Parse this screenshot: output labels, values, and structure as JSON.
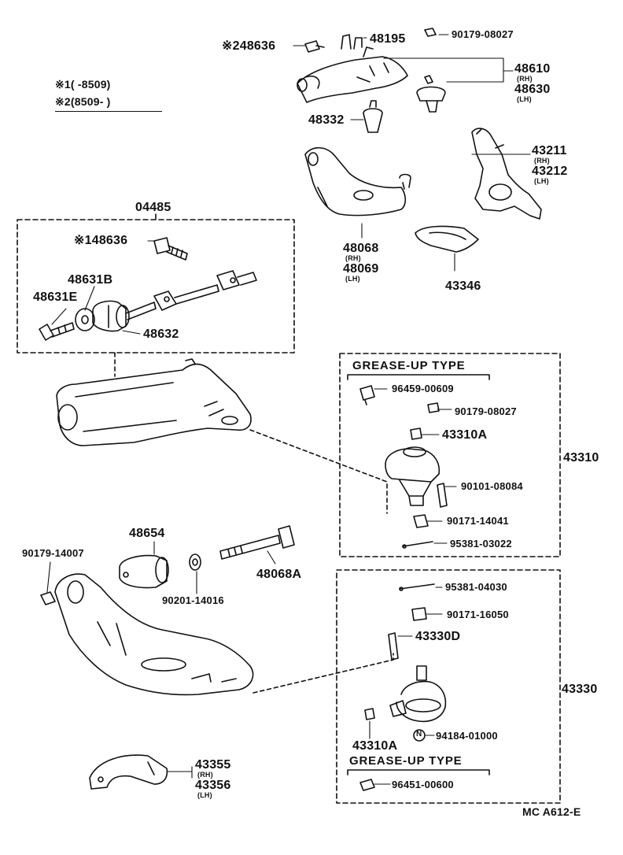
{
  "diagram_code": "MC  A612-E",
  "legend": {
    "line1_mark": "※1",
    "line1_range": "(        -8509)",
    "line2_mark": "※2",
    "line2_range": "(8509-        )"
  },
  "groups": {
    "bushing_kit": "04485",
    "ball_joint_upper": "43310",
    "ball_joint_lower": "43330",
    "grease_up_upper": "GREASE-UP  TYPE",
    "grease_up_lower": "GREASE-UP  TYPE"
  },
  "suffix": {
    "rh": "(RH)",
    "lh": "(LH)"
  },
  "parts": {
    "p_48636_top_mark": "※2",
    "p_48636_top": "48636",
    "p_48195": "48195",
    "p_90179_08027_top": "90179-08027",
    "p_48610": "48610",
    "p_48630": "48630",
    "p_48332": "48332",
    "p_43211": "43211",
    "p_43212": "43212",
    "p_48068": "48068",
    "p_48069": "48069",
    "p_43346": "43346",
    "p_48636_kit_mark": "※1",
    "p_48636_kit": "48636",
    "p_48631B": "48631B",
    "p_48631E": "48631E",
    "p_48632": "48632",
    "p_96459_00609": "96459-00609",
    "p_90179_08027_mid": "90179-08027",
    "p_43310A_top": "43310A",
    "p_90101_08084": "90101-08084",
    "p_90171_14041": "90171-14041",
    "p_95381_03022": "95381-03022",
    "p_48654": "48654",
    "p_90179_14007": "90179-14007",
    "p_48068A": "48068A",
    "p_90201_14016": "90201-14016",
    "p_95381_04030": "95381-04030",
    "p_90171_16050": "90171-16050",
    "p_43330D": "43330D",
    "p_43310A_bottom": "43310A",
    "p_94184_01000": "94184-01000",
    "p_96451_00600": "96451-00600",
    "p_43355": "43355",
    "p_43356": "43356"
  }
}
